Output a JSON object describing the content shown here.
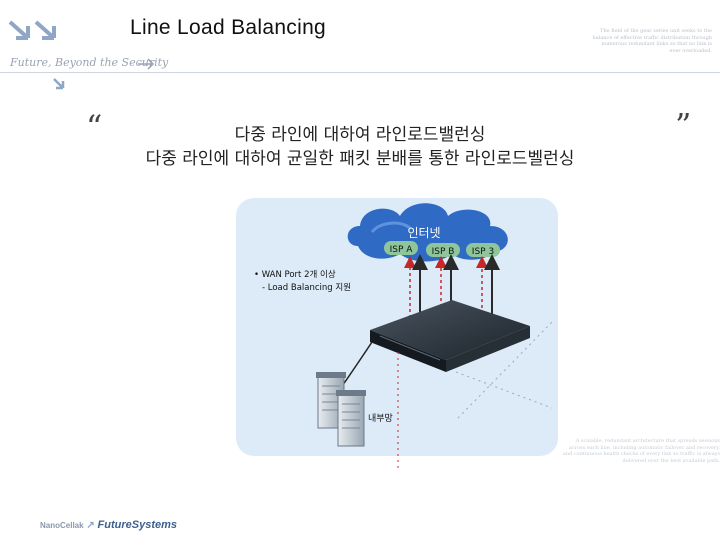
{
  "header": {
    "title": "Line Load Balancing",
    "tagline": "Future, Beyond the Security",
    "blurb": "The field of the gear series unit seeks to the balance of effective traffic distribution through numerous redundant links so that no link is ever overloaded."
  },
  "headline": {
    "open_quote": "“",
    "line1": "다중 라인에 대하여 라인로드밸런싱",
    "line2": "다중 라인에 대하여 균일한 패킷 분배를 통한 라인로드벨런싱",
    "close_quote": "”"
  },
  "diagram": {
    "cloud_label": "인터넷",
    "isp_labels": [
      "ISP A",
      "ISP B",
      "ISP 3"
    ],
    "note_line1": "• WAN Port 2개 이상",
    "note_line2": "- Load Balancing 지원",
    "lan_label": "내부망",
    "colors": {
      "panel": "#dcebf7",
      "cloud": "#2f6bc4",
      "isp_badge": "#8fc59a",
      "arrow_red": "#c62828",
      "arrow_dark": "#2a2a2a"
    }
  },
  "side_blurb": "A scalable, redundant architecture that spreads sessions across each line, including automatic failover and recovery, and continuous health checks of every link so traffic is always delivered over the best available path.",
  "footer": {
    "brand_1": "NanoCellak",
    "brand_2": "Future",
    "brand_3": "Systems"
  }
}
